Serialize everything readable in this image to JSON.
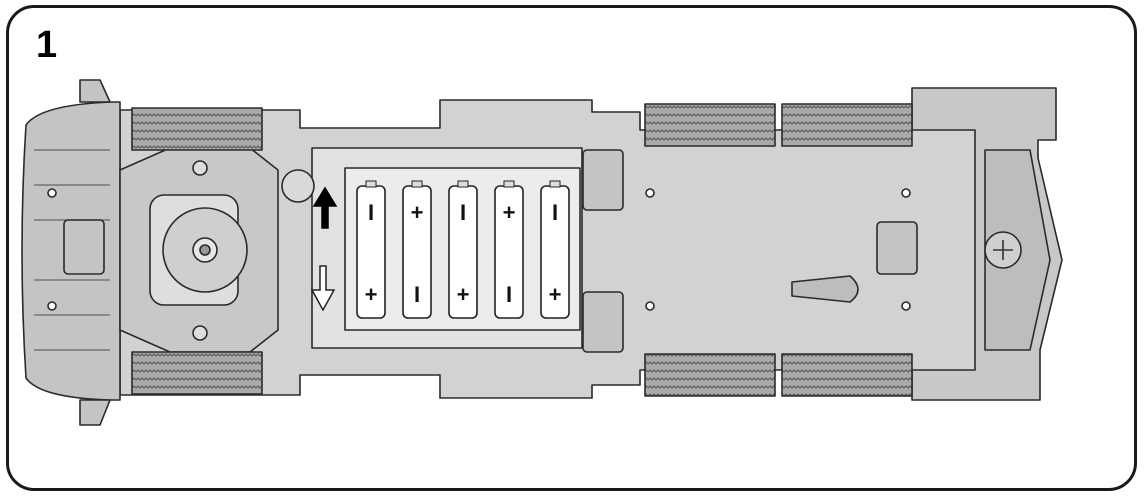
{
  "step_number": "1",
  "batteries": [
    {
      "top": "I",
      "bottom": "+"
    },
    {
      "top": "+",
      "bottom": "I"
    },
    {
      "top": "I",
      "bottom": "+"
    },
    {
      "top": "+",
      "bottom": "I"
    },
    {
      "top": "I",
      "bottom": "+"
    }
  ],
  "colors": {
    "body": "#d2d2d2",
    "body_dark": "#b9b9b9",
    "line": "#2a2a2a",
    "tread": "#8a8a8a"
  },
  "icons": [
    "arrow-up-icon",
    "arrow-down-icon",
    "screw-icon",
    "battery-icon"
  ]
}
